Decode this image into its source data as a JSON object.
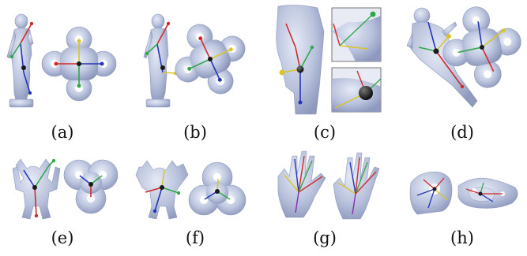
{
  "figure": {
    "panels": [
      {
        "id": "a",
        "caption": "(a)"
      },
      {
        "id": "b",
        "caption": "(b)"
      },
      {
        "id": "c",
        "caption": "(c)"
      },
      {
        "id": "d",
        "caption": "(d)"
      },
      {
        "id": "e",
        "caption": "(e)"
      },
      {
        "id": "f",
        "caption": "(f)"
      },
      {
        "id": "g",
        "caption": "(g)"
      },
      {
        "id": "h",
        "caption": "(h)"
      }
    ],
    "colors": {
      "mesh_fill": "#b9c2dc",
      "mesh_dark": "#8e99bd",
      "mesh_light": "#dfe4f2",
      "bone_red": "#d12a2a",
      "bone_green": "#2fa84a",
      "bone_blue": "#2436b8",
      "bone_yellow": "#d9c52a",
      "bone_purple": "#8a2bb5",
      "joint_dark": "#1a1a1a"
    }
  }
}
